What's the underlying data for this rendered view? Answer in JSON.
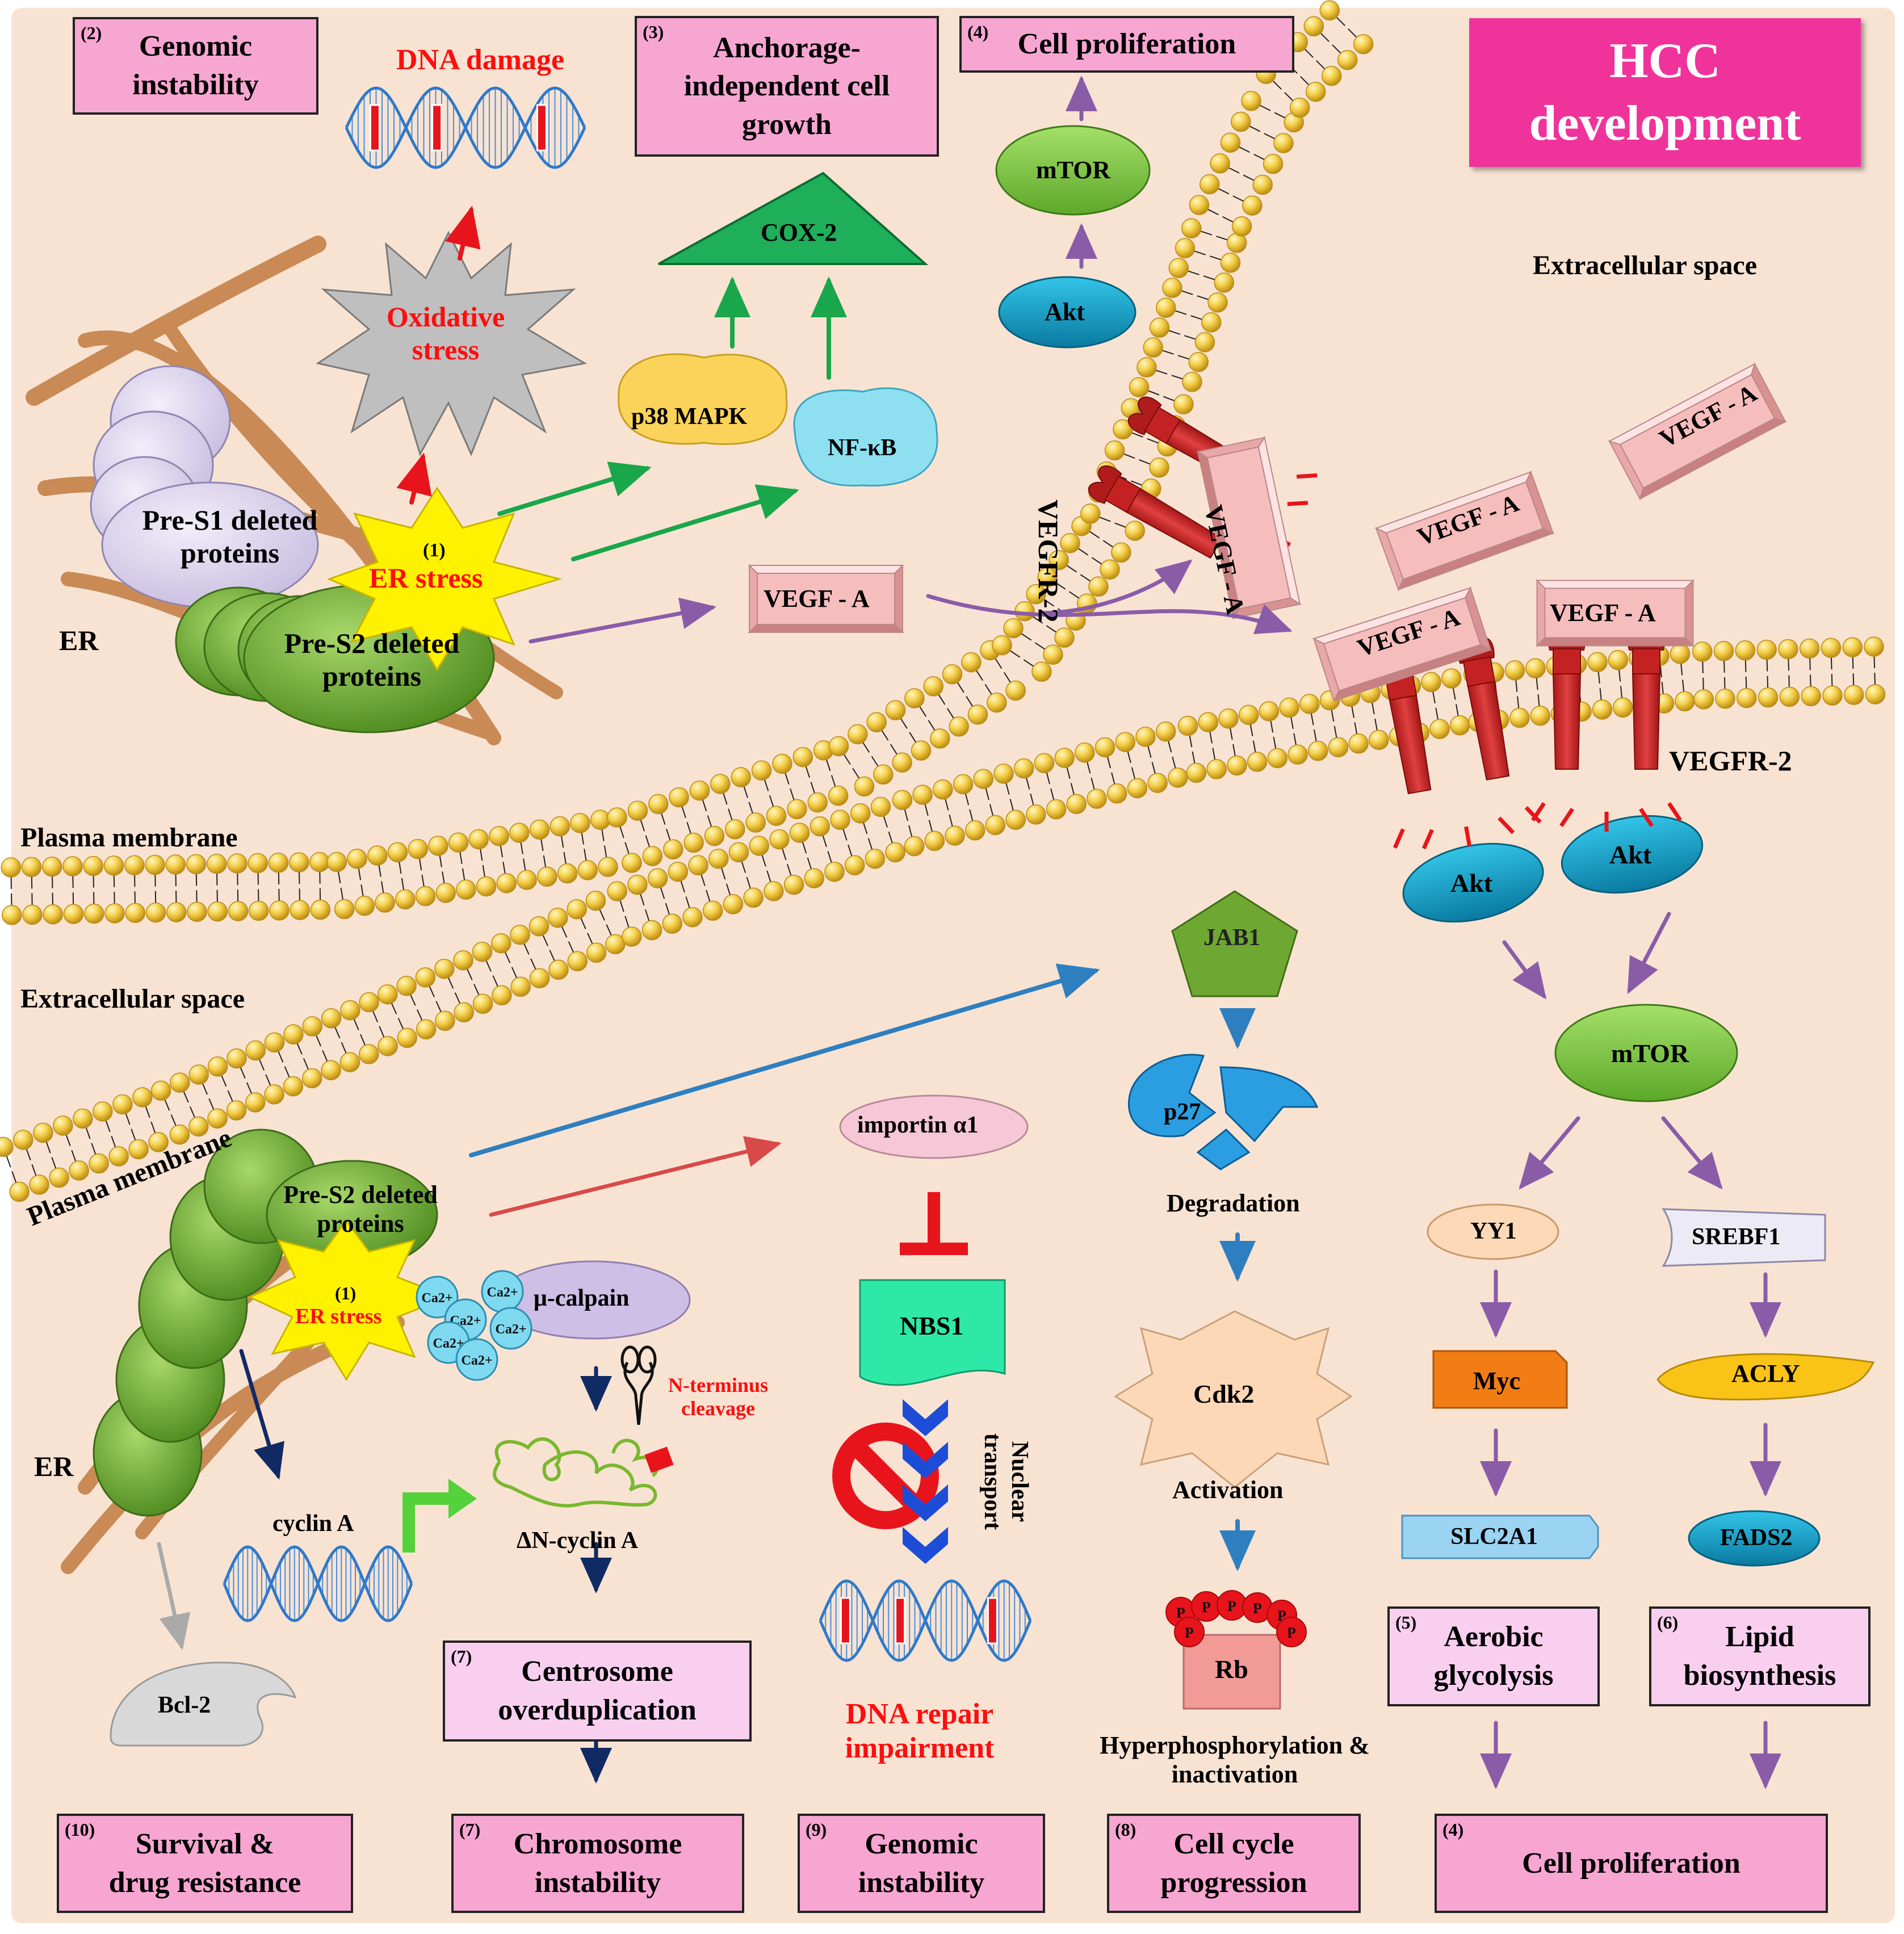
{
  "title": "HCC development",
  "spaces": {
    "extracellular_top": "Extracellular space",
    "extracellular_bottom": "Extracellular space",
    "plasma_membrane_top": "Plasma membrane",
    "plasma_membrane_bottom": "Plasma membrane",
    "er_top": "ER",
    "er_bottom": "ER"
  },
  "outcomes": [
    {
      "id": "genomic-instability-top",
      "num": "(2)",
      "label": "Genomic instability"
    },
    {
      "id": "anchorage",
      "num": "(3)",
      "label": "Anchorage-independent cell growth"
    },
    {
      "id": "cell-prolif-top",
      "num": "(4)",
      "label": "Cell proliferation"
    },
    {
      "id": "aerobic-glycolysis",
      "num": "(5)",
      "label": "Aerobic glycolysis"
    },
    {
      "id": "lipid-biosynthesis",
      "num": "(6)",
      "label": "Lipid biosynthesis"
    },
    {
      "id": "centrosome",
      "num": "(7)",
      "label": "Centrosome overduplication"
    },
    {
      "id": "chromosome",
      "num": "(7)",
      "label": "Chromosome instability"
    },
    {
      "id": "cell-cycle",
      "num": "(8)",
      "label": "Cell cycle progression"
    },
    {
      "id": "genomic-instability-bottom",
      "num": "(9)",
      "label": "Genomic instability"
    },
    {
      "id": "survival",
      "num": "(10)",
      "label": "Survival & drug resistance"
    },
    {
      "id": "cell-prolif-bottom",
      "num": "(4)",
      "label": "Cell proliferation"
    }
  ],
  "labels": {
    "dna_damage": "DNA damage",
    "oxidative_stress": "Oxidative stress",
    "er_stress_num": "(1)",
    "er_stress": "ER stress",
    "pre_s1": "Pre-S1 deleted proteins",
    "pre_s2": "Pre-S2 deleted proteins",
    "cox2": "COX-2",
    "p38": "p38 MAPK",
    "nfkb": "NF-κB",
    "vegfa": "VEGF - A",
    "vegfr2": "VEGFR-2",
    "akt": "Akt",
    "mtor": "mTOR",
    "jab1": "JAB1",
    "p27": "p27",
    "degradation": "Degradation",
    "cdk2": "Cdk2",
    "activation": "Activation",
    "rb": "Rb",
    "p": "P",
    "hyperphos": "Hyperphosphorylation & inactivation",
    "importin": "importin α1",
    "nbs1": "NBS1",
    "nuclear_transport": "Nuclear transport",
    "dna_repair": "DNA repair impairment",
    "ca": "Ca2+",
    "calpain": "μ-calpain",
    "nterm": "N-terminus cleavage",
    "cyclin_a": "cyclin A",
    "dn_cyclin_a": "ΔN-cyclin A",
    "bcl2": "Bcl-2",
    "yy1": "YY1",
    "myc": "Myc",
    "slc2a1": "SLC2A1",
    "srebf1": "SREBF1",
    "acly": "ACLY",
    "fads2": "FADS2"
  },
  "colors": {
    "background": "#f8e3d3",
    "outcome_box": "#f7a6d2",
    "outcome_box_light": "#f9cff0",
    "title_box": "#f0339b",
    "lipid_head": "#f2c94c",
    "arrow_green": "#1aa64a",
    "arrow_purple": "#8a5ca8",
    "arrow_blue": "#2e7fc0",
    "arrow_red": "#e8141c",
    "arrow_navy": "#102a63"
  }
}
